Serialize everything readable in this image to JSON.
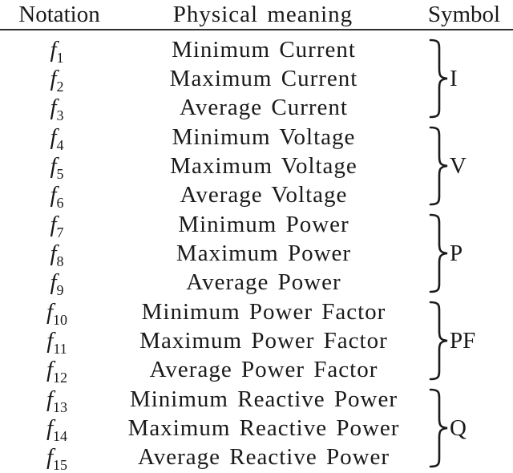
{
  "table": {
    "headers": {
      "notation": "Notation",
      "meaning": "Physical meaning",
      "symbol": "Symbol"
    },
    "rows": [
      {
        "f": "f",
        "sub": "1",
        "meaning": "Minimum Current"
      },
      {
        "f": "f",
        "sub": "2",
        "meaning": "Maximum Current"
      },
      {
        "f": "f",
        "sub": "3",
        "meaning": "Average Current"
      },
      {
        "f": "f",
        "sub": "4",
        "meaning": "Minimum Voltage"
      },
      {
        "f": "f",
        "sub": "5",
        "meaning": "Maximum Voltage"
      },
      {
        "f": "f",
        "sub": "6",
        "meaning": "Average Voltage"
      },
      {
        "f": "f",
        "sub": "7",
        "meaning": "Minimum Power"
      },
      {
        "f": "f",
        "sub": "8",
        "meaning": "Maximum Power"
      },
      {
        "f": "f",
        "sub": "9",
        "meaning": "Average Power"
      },
      {
        "f": "f",
        "sub": "10",
        "meaning": "Minimum Power Factor"
      },
      {
        "f": "f",
        "sub": "11",
        "meaning": "Maximum Power Factor"
      },
      {
        "f": "f",
        "sub": "12",
        "meaning": "Average Power Factor"
      },
      {
        "f": "f",
        "sub": "13",
        "meaning": "Minimum Reactive Power"
      },
      {
        "f": "f",
        "sub": "14",
        "meaning": "Maximum Reactive Power"
      },
      {
        "f": "f",
        "sub": "15",
        "meaning": "Average Reactive Power"
      }
    ],
    "groups": [
      {
        "symbol": "I"
      },
      {
        "symbol": "V"
      },
      {
        "symbol": "P"
      },
      {
        "symbol": "PF"
      },
      {
        "symbol": "Q"
      }
    ]
  },
  "colors": {
    "background": "#ffffff",
    "text": "#1a1a1a",
    "rule": "#2f2f2f"
  }
}
